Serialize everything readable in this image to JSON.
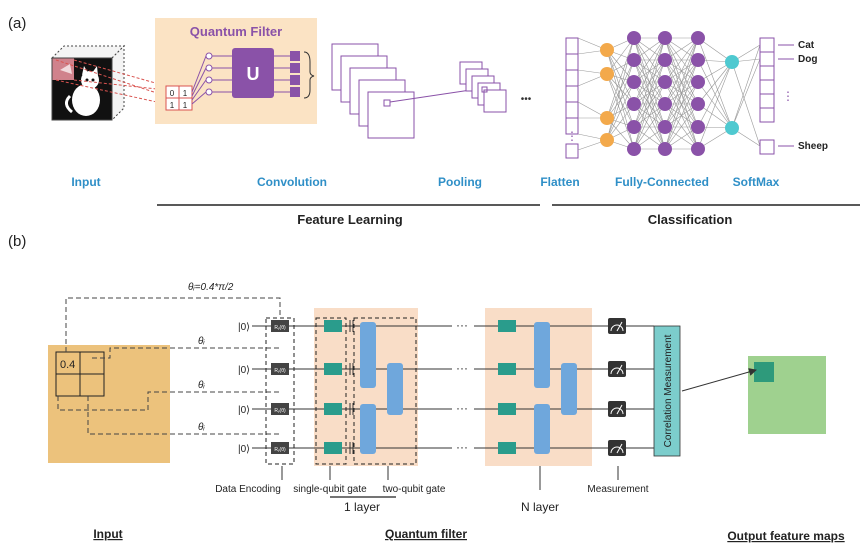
{
  "panel_a": {
    "tag": "(a)",
    "filter_title": "Quantum Filter",
    "unitary": "U",
    "patch": [
      "0",
      "1",
      "1",
      "1"
    ],
    "classes": [
      "Cat",
      "Dog",
      "Sheep"
    ],
    "ellipsis": "•••",
    "vdots": "⋮",
    "stages": [
      "Input",
      "Convolution",
      "Pooling",
      "Flatten",
      "Fully-Connected",
      "SoftMax"
    ],
    "groups": [
      "Feature Learning",
      "Classification"
    ]
  },
  "panel_b": {
    "tag": "(b)",
    "theta_top": "θᵢ=0.4*π/2",
    "theta": "θᵢ",
    "cell_value": "0.4",
    "ket": "|0⟩",
    "gate": "Rᵧ(θ)",
    "measurement_label": "Correlation Measurement",
    "hdots": "···",
    "annotations": [
      "Data Encoding",
      "single-qubit gate",
      "two-qubit gate",
      "Measurement"
    ],
    "layers": [
      "1 layer",
      "N layer"
    ],
    "bottom": [
      "Input",
      "Quantum filter",
      "Output feature maps"
    ]
  },
  "colors": {
    "blue_label": "#2f8fc7",
    "purple": "#8a52a8",
    "filter_bg": "#fbe3c4",
    "grid_bg": "#ecc27c",
    "layer_bg": "#f9ddc7",
    "teal": "#2a9c8c",
    "blue_gate": "#6fa7dc",
    "cyan_col": "#7ccdcc",
    "output_bg": "#9fd18f",
    "output_patch": "#2e9a7b",
    "orange_node": "#f3a94b",
    "cyan_node": "#4fc9d0"
  }
}
